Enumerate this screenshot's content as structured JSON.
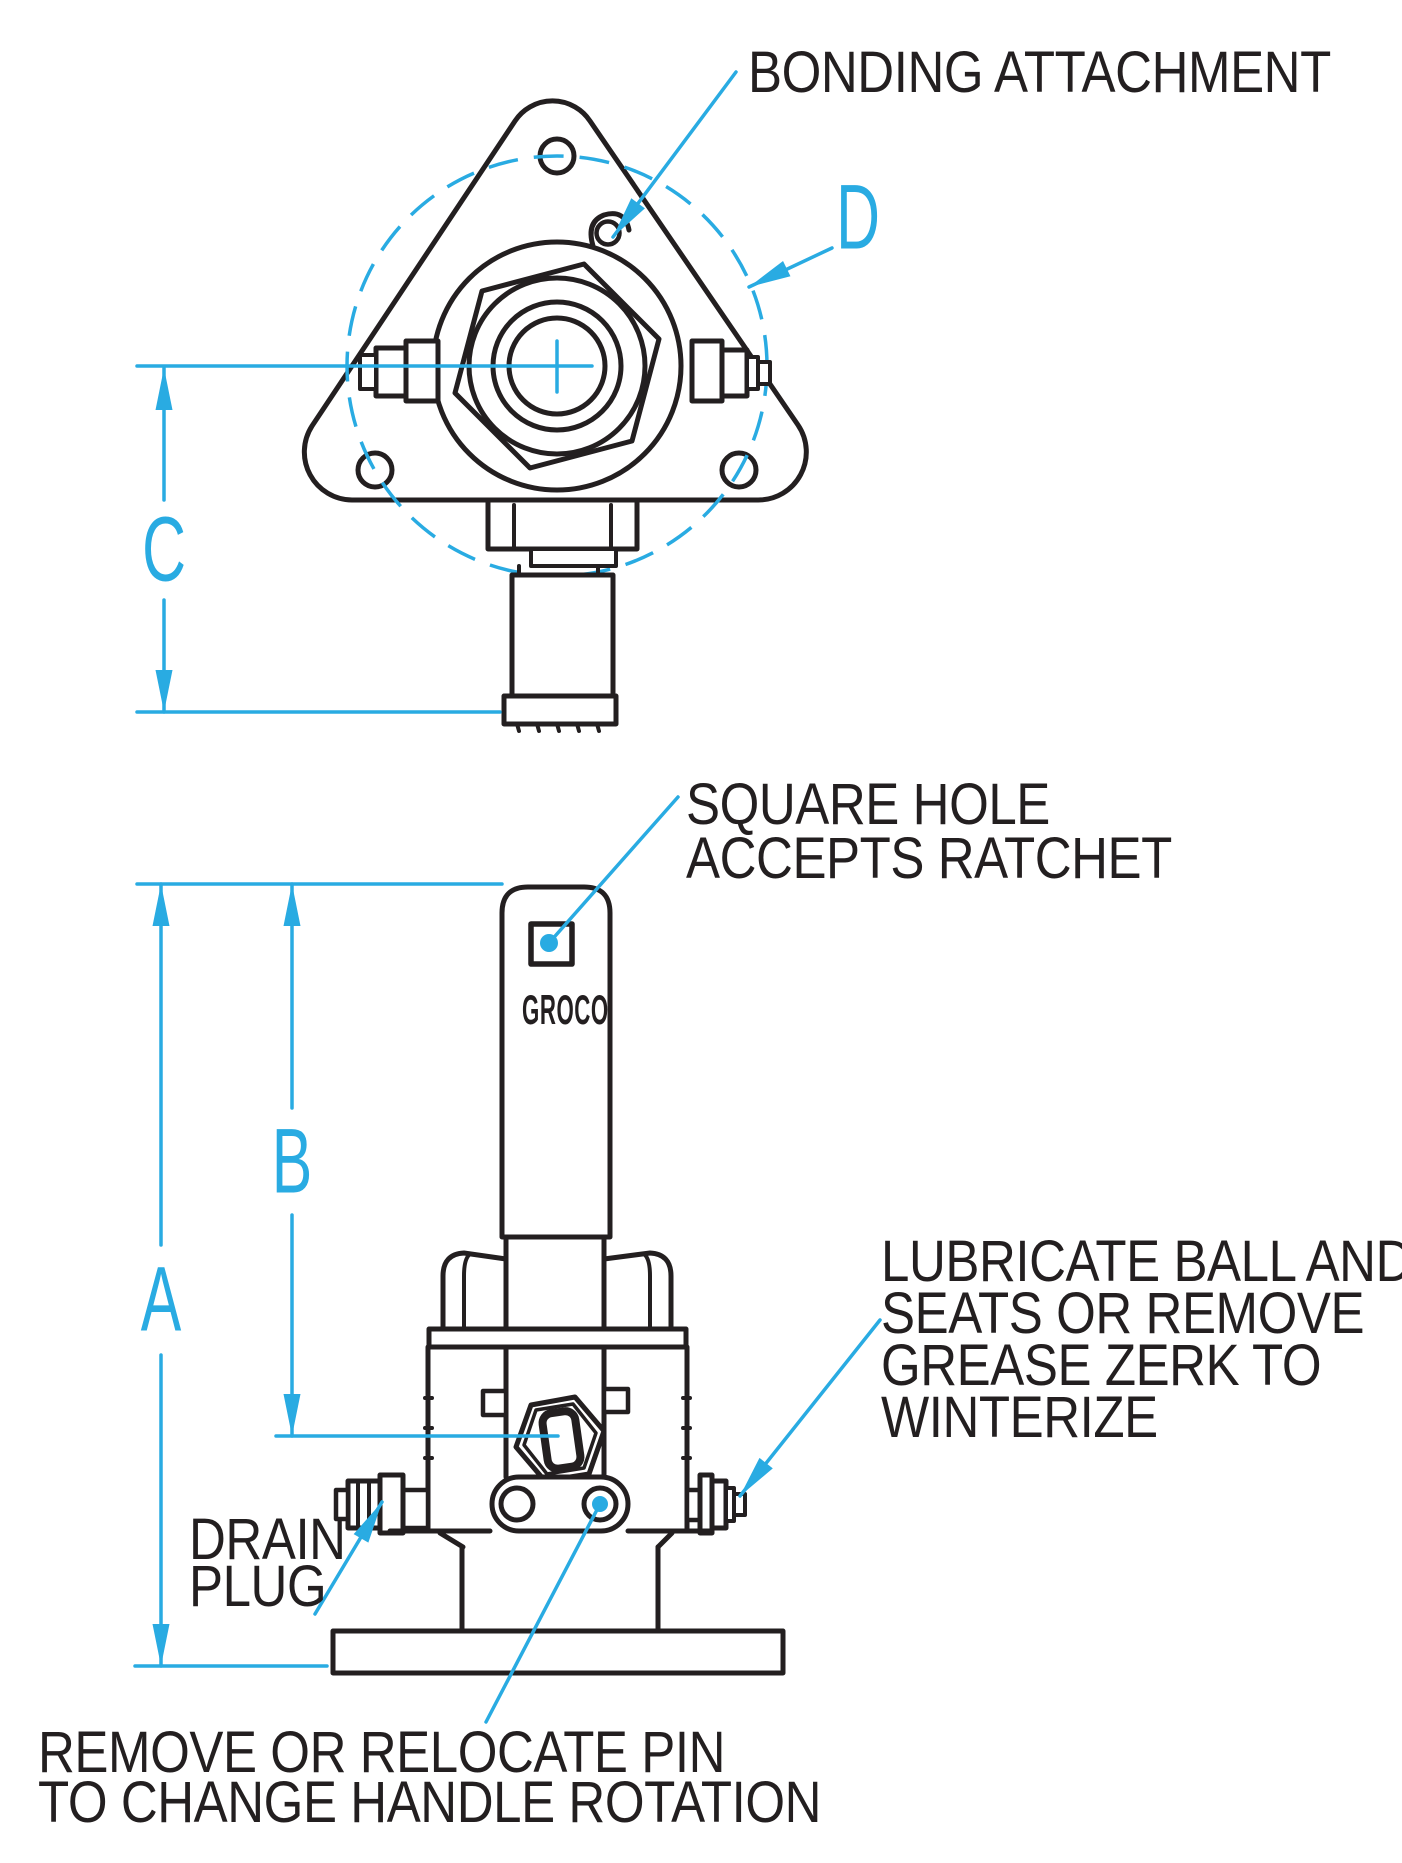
{
  "drawing": {
    "type": "technical-dimensional-diagram",
    "subject": "GROCO flanged seacock ball valve, top view and front view",
    "background": "#ffffff"
  },
  "colors": {
    "ink": "#231f20",
    "accent_cyan": "#29abe2"
  },
  "brand": "GROCO",
  "dimensions": {
    "a": "A",
    "b": "B",
    "c": "C",
    "d": "D"
  },
  "labels": {
    "bonding": "BONDING ATTACHMENT",
    "square_hole_1": "SQUARE HOLE",
    "square_hole_2": "ACCEPTS RATCHET",
    "lubricate_1": "LUBRICATE BALL AND",
    "lubricate_2": "SEATS OR REMOVE",
    "lubricate_3": "GREASE ZERK TO",
    "lubricate_4": "WINTERIZE",
    "drain_1": "DRAIN",
    "drain_2": "PLUG",
    "pin_1": "REMOVE OR RELOCATE PIN",
    "pin_2": "TO CHANGE HANDLE ROTATION"
  }
}
